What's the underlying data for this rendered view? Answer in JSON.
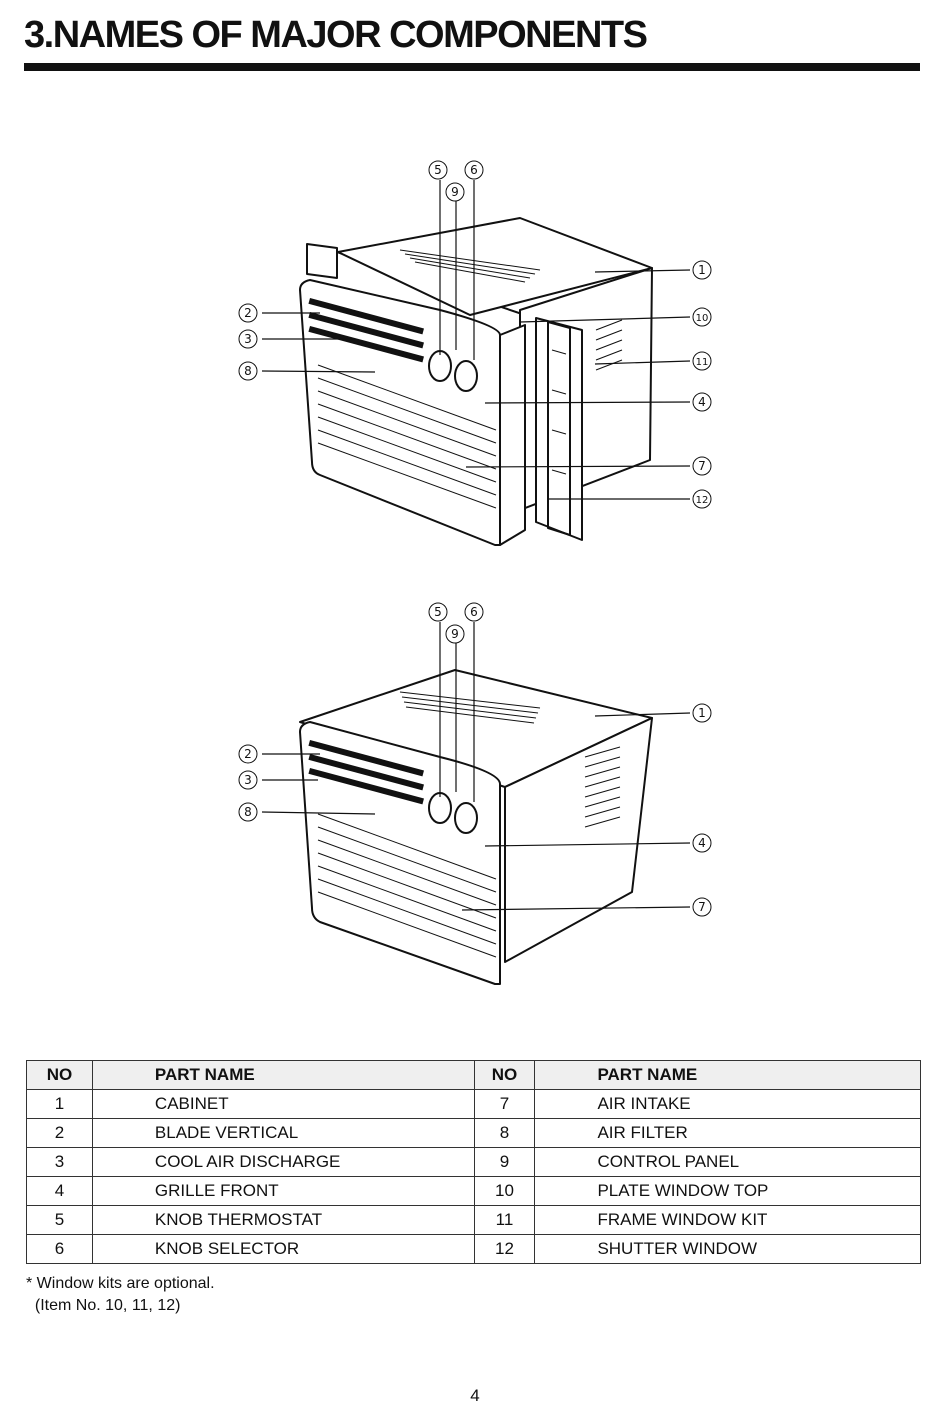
{
  "title": "3.NAMES OF MAJOR COMPONENTS",
  "diagrams": {
    "with_kit": {
      "callouts": [
        "1",
        "2",
        "3",
        "4",
        "5",
        "6",
        "7",
        "8",
        "9",
        "10",
        "11",
        "12"
      ]
    },
    "without_kit": {
      "callouts": [
        "1",
        "2",
        "3",
        "4",
        "5",
        "6",
        "7",
        "8",
        "9"
      ]
    }
  },
  "table": {
    "headers": [
      "NO",
      "PART NAME",
      "NO",
      "PART NAME"
    ],
    "rows": [
      {
        "no1": "1",
        "name1": "CABINET",
        "no2": "7",
        "name2": "AIR INTAKE"
      },
      {
        "no1": "2",
        "name1": "BLADE VERTICAL",
        "no2": "8",
        "name2": "AIR FILTER"
      },
      {
        "no1": "3",
        "name1": "COOL AIR DISCHARGE",
        "no2": "9",
        "name2": "CONTROL PANEL"
      },
      {
        "no1": "4",
        "name1": "GRILLE FRONT",
        "no2": "10",
        "name2": "PLATE WINDOW TOP"
      },
      {
        "no1": "5",
        "name1": "KNOB THERMOSTAT",
        "no2": "11",
        "name2": "FRAME WINDOW KIT"
      },
      {
        "no1": "6",
        "name1": "KNOB SELECTOR",
        "no2": "12",
        "name2": "SHUTTER WINDOW"
      }
    ]
  },
  "notes": [
    "* Window kits are optional.",
    "  (Item No. 10, 11, 12)"
  ],
  "page_number": "4"
}
